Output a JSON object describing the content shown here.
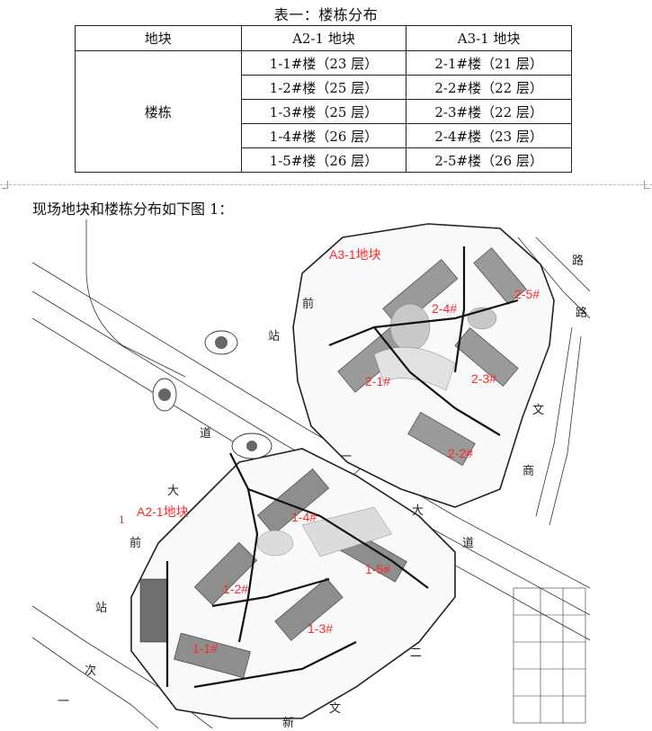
{
  "table": {
    "caption": "表一：楼栋分布",
    "headers": [
      "地块",
      "A2-1 地块",
      "A3-1 地块"
    ],
    "row_label": "楼栋",
    "rows": [
      [
        "1-1#楼（23 层）",
        "2-1#楼（21 层）"
      ],
      [
        "1-2#楼（25 层）",
        "2-2#楼（22 层）"
      ],
      [
        "1-3#楼（25 层）",
        "2-3#楼（22 层）"
      ],
      [
        "1-4#楼（26 层）",
        "2-4#楼（23 层）"
      ],
      [
        "1-5#楼（26 层）",
        "2-5#楼（26 层）"
      ]
    ]
  },
  "intro_text": "现场地块和楼栋分布如下图 1：",
  "figure": {
    "plot_labels": {
      "a3": "A3-1地块",
      "a2": "A2-1地块",
      "b21": "2-1#",
      "b22": "2-2#",
      "b23": "2-3#",
      "b24": "2-4#",
      "b25": "2-5#",
      "b11": "1-1#",
      "b12": "1-2#",
      "b13": "1-3#",
      "b14": "1-4#",
      "b15": "1-5#"
    },
    "road_chars": {
      "zhan1": "站",
      "qian1": "前",
      "dao1": "道",
      "da1": "大",
      "qian2": "前",
      "zhan2": "站",
      "ci": "次",
      "yi": "一",
      "xin": "新",
      "wen": "文",
      "da2": "大",
      "dao2": "道",
      "er": "二",
      "lu": "路",
      "wen2": "文",
      "zhi": "商",
      "tiao": "路",
      "yi2": "一",
      "marker": "1"
    },
    "label_color": "#ff2a2a"
  }
}
